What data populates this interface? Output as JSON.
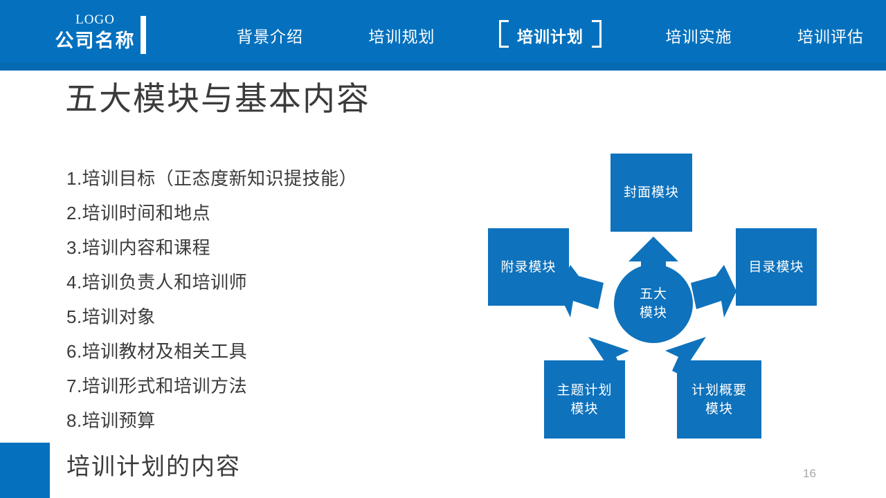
{
  "header": {
    "logo_text": "LOGO",
    "company_name": "公司名称",
    "nav": [
      {
        "label": "背景介绍",
        "active": false
      },
      {
        "label": "培训规划",
        "active": false
      },
      {
        "label": "培训计划",
        "active": true
      },
      {
        "label": "培训实施",
        "active": false
      },
      {
        "label": "培训评估",
        "active": false
      }
    ]
  },
  "slide": {
    "title": "五大模块与基本内容",
    "list": [
      "1.培训目标（正态度新知识提技能）",
      "2.培训时间和地点",
      "3.培训内容和课程",
      "4.培训负责人和培训师",
      "5.培训对象",
      "6.培训教材及相关工具",
      "7.培训形式和培训方法",
      "8.培训预算"
    ],
    "footer_text": "培训计划的内容",
    "page_number": "16"
  },
  "diagram": {
    "type": "hub-and-spoke",
    "center": "五大\n模块",
    "center_line1": "五大",
    "center_line2": "模块",
    "nodes": [
      {
        "label": "封面模块",
        "position": "top"
      },
      {
        "label": "目录模块",
        "position": "right"
      },
      {
        "label": "计划概要模块",
        "position": "bottom-right"
      },
      {
        "label": "主题计划模块",
        "position": "bottom-left"
      },
      {
        "label": "附录模块",
        "position": "left"
      }
    ],
    "arrows": 5
  },
  "colors": {
    "brand_blue": "#0571be",
    "header_band": "#046ab2",
    "diagram_blue": "#0f72bc",
    "text_dark": "#3b3b3b",
    "page_number_gray": "#a6a6a6"
  }
}
